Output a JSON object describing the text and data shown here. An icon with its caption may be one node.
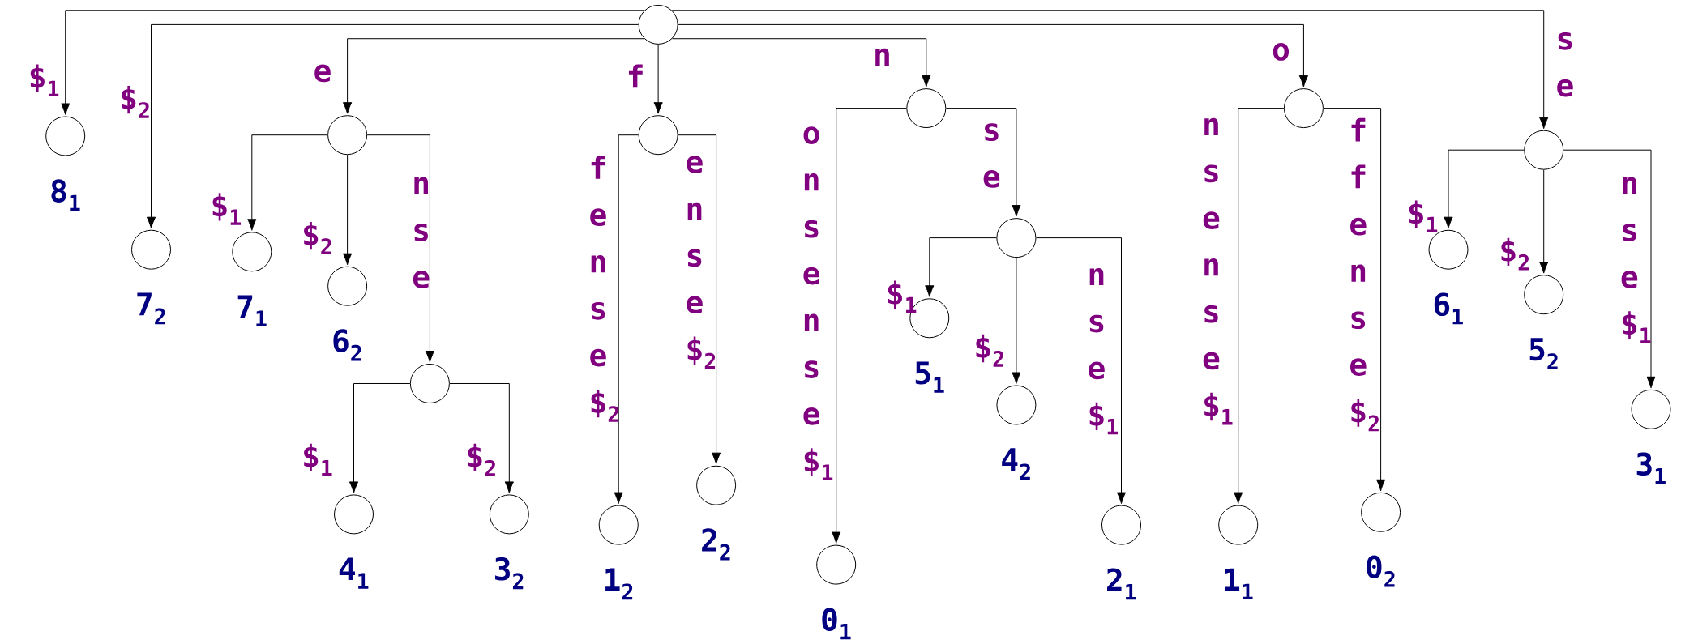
{
  "diagram": {
    "nodes": [
      {
        "text": [],
        "shape": "circle"
      },
      {
        "text": [],
        "shape": "circle",
        "beside": [
          "8$_{1}$"
        ]
      },
      {
        "text": [],
        "shape": "circle",
        "beside": [
          "7$_{2}$"
        ]
      },
      {
        "text": [],
        "shape": "circle"
      },
      {
        "text": [],
        "shape": "circle",
        "beside": [
          "7$_{1}$"
        ]
      },
      {
        "text": [],
        "shape": "circle",
        "beside": [
          "6$_{2}$"
        ]
      },
      {
        "text": [],
        "shape": "circle"
      },
      {
        "text": [],
        "shape": "circle",
        "beside": [
          "4$_{1}$"
        ]
      },
      {
        "text": [],
        "shape": "circle",
        "beside": [
          "3$_{2}$"
        ]
      },
      {
        "text": [],
        "shape": "circle"
      },
      {
        "text": [],
        "shape": "circle",
        "beside": [
          "1$_{2}$"
        ]
      },
      {
        "text": [],
        "shape": "circle",
        "beside": [
          "2$_{2}$"
        ]
      },
      {
        "text": [],
        "shape": "circle"
      },
      {
        "text": [],
        "shape": "circle",
        "beside": [
          "0$_{1}$"
        ]
      },
      {
        "text": [],
        "shape": "circle"
      },
      {
        "text": [],
        "shape": "circle",
        "beside": [
          "5$_{1}$"
        ]
      },
      {
        "text": [],
        "shape": "circle",
        "beside": [
          "4$_{2}$"
        ]
      },
      {
        "text": [],
        "shape": "circle",
        "beside": [
          "2$_{1}$"
        ]
      },
      {
        "text": [],
        "shape": "circle"
      },
      {
        "text": [],
        "shape": "circle",
        "beside": [
          "1$_{1}$"
        ]
      },
      {
        "text": [],
        "shape": "circle",
        "beside": [
          "0$_{2}$"
        ]
      },
      {
        "text": [],
        "shape": "circle"
      },
      {
        "text": [],
        "shape": "circle",
        "beside": [
          "6$_{1}$"
        ]
      },
      {
        "text": [],
        "shape": "circle",
        "beside": [
          "5$_{2}$"
        ]
      },
      {
        "text": [],
        "shape": "circle",
        "beside": [
          "3$_{1}$"
        ]
      }
    ],
    "edges": [
      {
        "from": 0,
        "to": 1,
        "arrow": "to",
        "label": "$$_{1}$"
      },
      {
        "from": 0,
        "to": 2,
        "arrow": "to",
        "label": "$$_{2}$"
      },
      {
        "from": 0,
        "to": 3,
        "arrow": "to",
        "label": "e"
      },
      {
        "from": 0,
        "to": 9,
        "arrow": "to",
        "label": "f"
      },
      {
        "from": 0,
        "to": 12,
        "arrow": "to",
        "label": "n"
      },
      {
        "from": 0,
        "to": 18,
        "arrow": "to",
        "label": "o"
      },
      {
        "from": 0,
        "to": 21,
        "arrow": "to",
        "label": "se"
      },
      {
        "from": 3,
        "to": 4,
        "arrow": "to",
        "label": "$$_{1}$"
      },
      {
        "from": 3,
        "to": 5,
        "arrow": "to",
        "label": "$$_{2}$"
      },
      {
        "from": 3,
        "to": 6,
        "arrow": "to",
        "label": "nse"
      },
      {
        "from": 6,
        "to": 7,
        "arrow": "to",
        "label": "$$_{1}$"
      },
      {
        "from": 6,
        "to": 8,
        "arrow": "to",
        "label": "$$_{2}$"
      },
      {
        "from": 9,
        "to": 10,
        "arrow": "to",
        "label": "fense$$_{2}$"
      },
      {
        "from": 9,
        "to": 11,
        "arrow": "to",
        "label": "ense$$_{2}$"
      },
      {
        "from": 12,
        "to": 13,
        "arrow": "to",
        "label": "onsense$$_{1}$"
      },
      {
        "from": 12,
        "to": 14,
        "arrow": "to",
        "label": "se"
      },
      {
        "from": 14,
        "to": 15,
        "arrow": "to",
        "label": "$$_{1}$"
      },
      {
        "from": 14,
        "to": 16,
        "arrow": "to",
        "label": "$$_{2}$"
      },
      {
        "from": 14,
        "to": 17,
        "arrow": "to",
        "label": "nse$$_{1}$"
      },
      {
        "from": 18,
        "to": 19,
        "arrow": "to",
        "label": "nsense$$_{1}$"
      },
      {
        "from": 18,
        "to": 20,
        "arrow": "to",
        "label": "ffense$$_{2}$"
      },
      {
        "from": 21,
        "to": 22,
        "arrow": "to",
        "label": "$$_{1}$"
      },
      {
        "from": 21,
        "to": 23,
        "arrow": "to",
        "label": "$$_{2}$"
      },
      {
        "from": 21,
        "to": 24,
        "arrow": "to",
        "label": "nse$$_{1}$"
      }
    ]
  }
}
